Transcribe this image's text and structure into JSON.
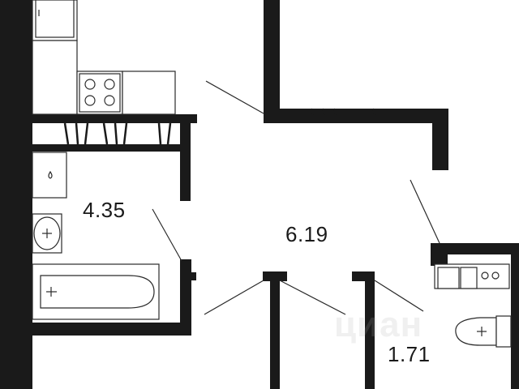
{
  "plan": {
    "rooms": [
      {
        "id": "bathroom",
        "area": "4.35"
      },
      {
        "id": "hallway",
        "area": "6.19"
      },
      {
        "id": "toilet",
        "area": "1.71"
      }
    ],
    "watermark": "циан",
    "colors": {
      "wall": "#1a1a1a",
      "line": "#2a2a2a",
      "fixture_fill": "#ffffff",
      "background": "#ffffff"
    }
  }
}
